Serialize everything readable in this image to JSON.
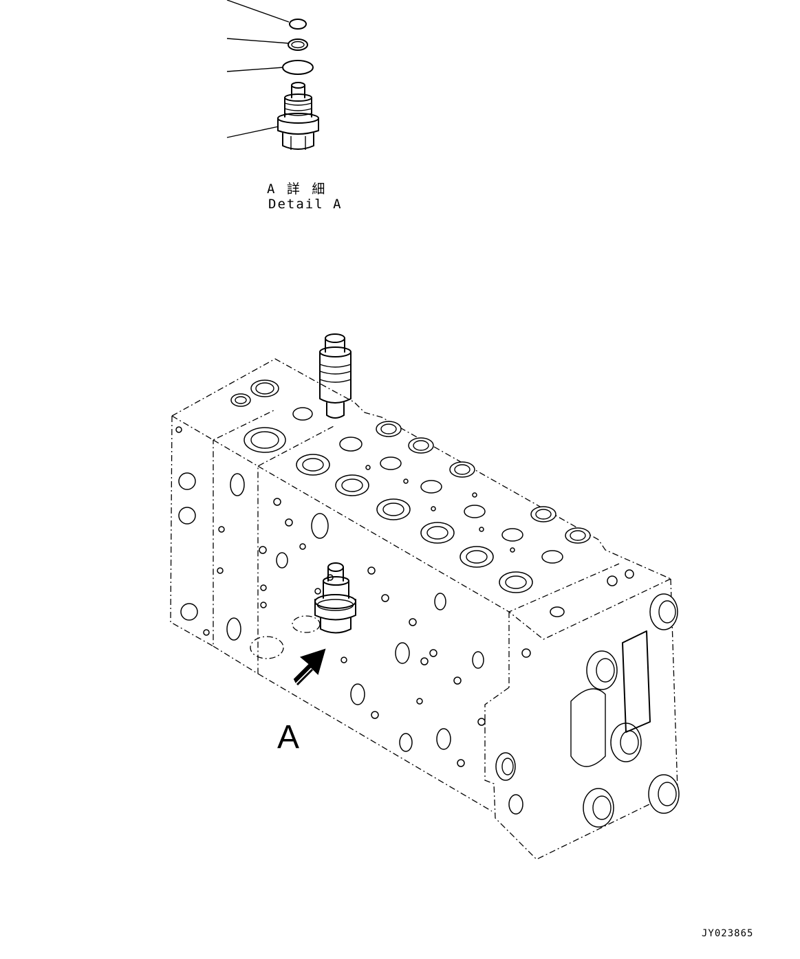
{
  "detail_label": {
    "japanese": "A 詳 細",
    "english": "Detail A"
  },
  "view_label": "A",
  "drawing_id": "JY023865"
}
